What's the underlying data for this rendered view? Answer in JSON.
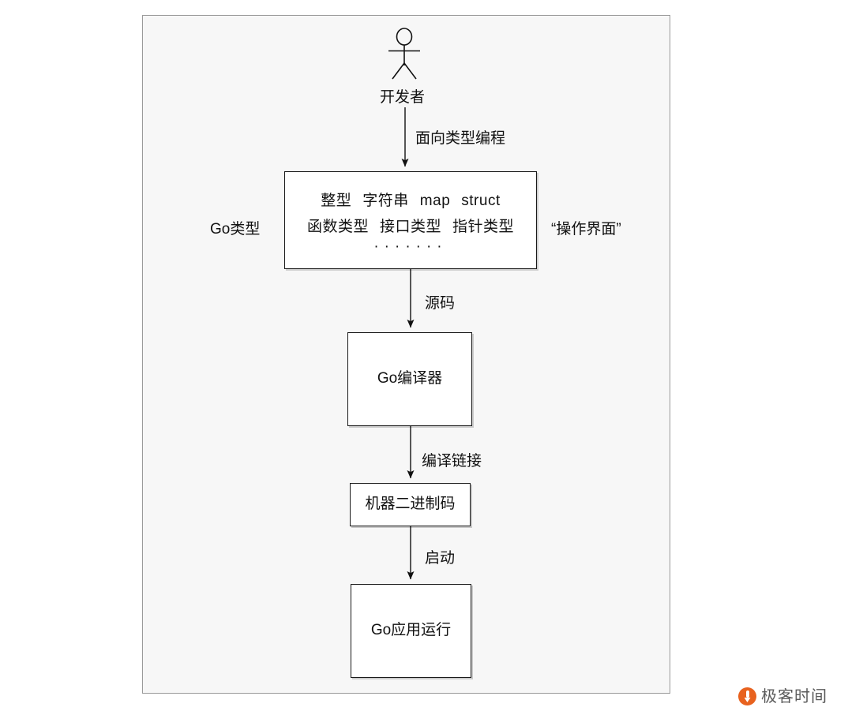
{
  "diagram": {
    "actor": {
      "icon": "stick-figure-actor-icon",
      "caption": "开发者"
    },
    "annotations": {
      "left": "Go类型",
      "right": "“操作界面”"
    },
    "edges": [
      {
        "label": "面向类型编程"
      },
      {
        "label": "源码"
      },
      {
        "label": "编译链接"
      },
      {
        "label": "启动"
      }
    ],
    "nodes": {
      "types_box": {
        "row1": [
          "整型",
          "字符串",
          "map",
          "struct"
        ],
        "row2": [
          "函数类型",
          "接口类型",
          "指针类型"
        ],
        "row3": "·······"
      },
      "compiler": "Go编译器",
      "binary": "机器二进制码",
      "runtime": "Go应用运行"
    }
  },
  "watermark": {
    "text": "极客时间",
    "logo_icon": "geekbang-logo-icon",
    "color": "#e8621f"
  }
}
